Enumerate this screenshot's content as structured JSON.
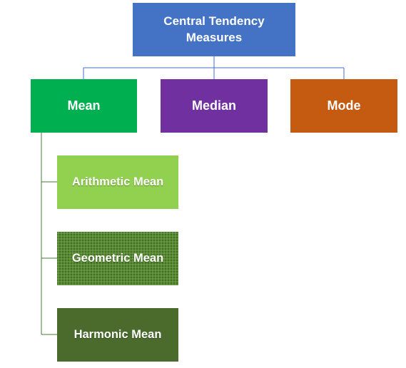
{
  "diagram": {
    "root": {
      "label": "Central Tendency Measures",
      "color": "#4472c4"
    },
    "level1": [
      {
        "key": "mean",
        "label": "Mean",
        "color": "#00b050"
      },
      {
        "key": "median",
        "label": "Median",
        "color": "#7030a0"
      },
      {
        "key": "mode",
        "label": "Mode",
        "color": "#c55a11"
      }
    ],
    "mean_children": [
      {
        "key": "arithmetic",
        "label": "Arithmetic Mean",
        "color": "#92d050"
      },
      {
        "key": "geometric",
        "label": "Geometric Mean",
        "color": "#5a8a35"
      },
      {
        "key": "harmonic",
        "label": "Harmonic Mean",
        "color": "#4a6b2c"
      }
    ],
    "connector_color": "#4472c4",
    "mean_connector_color": "#4a7a3a"
  }
}
